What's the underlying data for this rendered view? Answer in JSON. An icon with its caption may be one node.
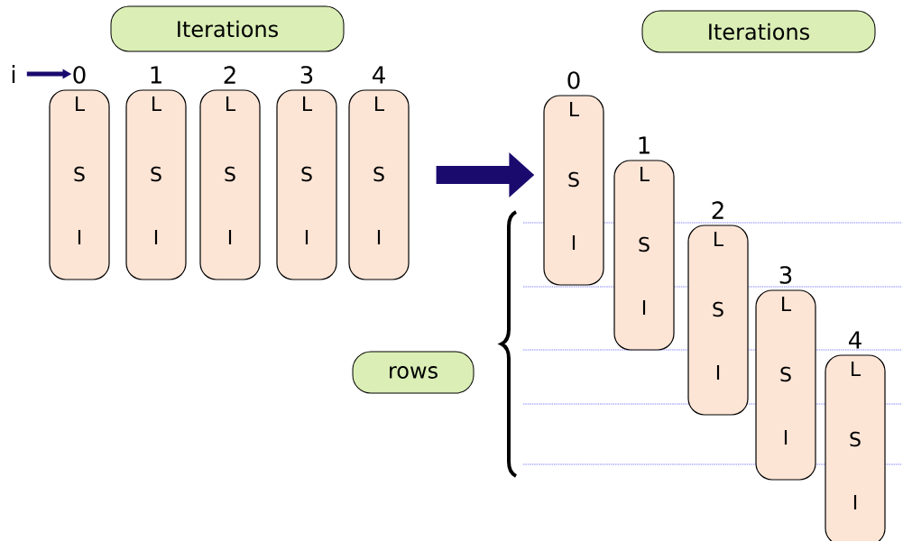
{
  "diagram": {
    "nodes": [
      {
        "text": [
          "Iterations"
        ]
      },
      {
        "text": [
          "i"
        ]
      },
      {
        "text": [
          "0",
          "L",
          "S",
          "I"
        ]
      },
      {
        "text": [
          "1",
          "L",
          "S",
          "I"
        ]
      },
      {
        "text": [
          "2",
          "L",
          "S",
          "I"
        ]
      },
      {
        "text": [
          "3",
          "L",
          "S",
          "I"
        ]
      },
      {
        "text": [
          "4",
          "L",
          "S",
          "I"
        ]
      },
      {
        "text": [
          "Iterations"
        ]
      },
      {
        "text": [
          "0",
          "L",
          "S",
          "I"
        ]
      },
      {
        "text": [
          "1",
          "L",
          "S",
          "I"
        ]
      },
      {
        "text": [
          "2",
          "L",
          "S",
          "I"
        ]
      },
      {
        "text": [
          "3",
          "L",
          "S",
          "I"
        ]
      },
      {
        "text": [
          "4",
          "L",
          "S",
          "I"
        ]
      },
      {
        "text": [
          "rows"
        ]
      }
    ],
    "edges": [
      {
        "from": 1,
        "to": 2,
        "arrow": "to"
      },
      {
        "from": 6,
        "to": 8,
        "arrow": "to",
        "style": "thick"
      }
    ]
  }
}
